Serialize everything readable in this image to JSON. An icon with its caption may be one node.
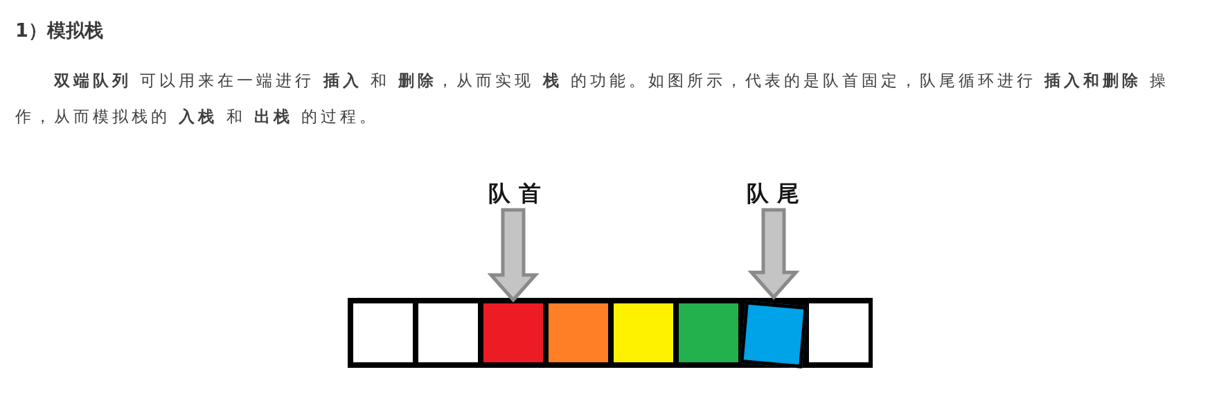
{
  "diagram": {
    "title": "1）模拟栈",
    "nodes": [
      {
        "text": [
          "队首"
        ]
      },
      {
        "text": [
          "队尾"
        ]
      },
      {
        "text": [],
        "shape": "box"
      },
      {
        "text": [],
        "shape": "box"
      },
      {
        "text": [],
        "shape": "box"
      },
      {
        "text": [],
        "shape": "box"
      },
      {
        "text": [],
        "shape": "box"
      },
      {
        "text": [],
        "shape": "box"
      },
      {
        "text": [],
        "shape": "box"
      },
      {
        "text": [],
        "shape": "box"
      }
    ],
    "edges": [
      {
        "from": 0,
        "to": 4,
        "arrow": "to",
        "style": "thick"
      },
      {
        "from": 1,
        "to": 8,
        "arrow": "to",
        "style": "thick"
      }
    ],
    "labels": [
      "**双端队列** 可以用来在一端进行 **插入** 和 **删除**，从而实现 **栈** 的功能。如图所示，代表的是队首固定，队尾循环进行 **插入和删除** 操作，从而模拟栈的 **入栈** 和 **出栈** 的过程。"
    ]
  }
}
